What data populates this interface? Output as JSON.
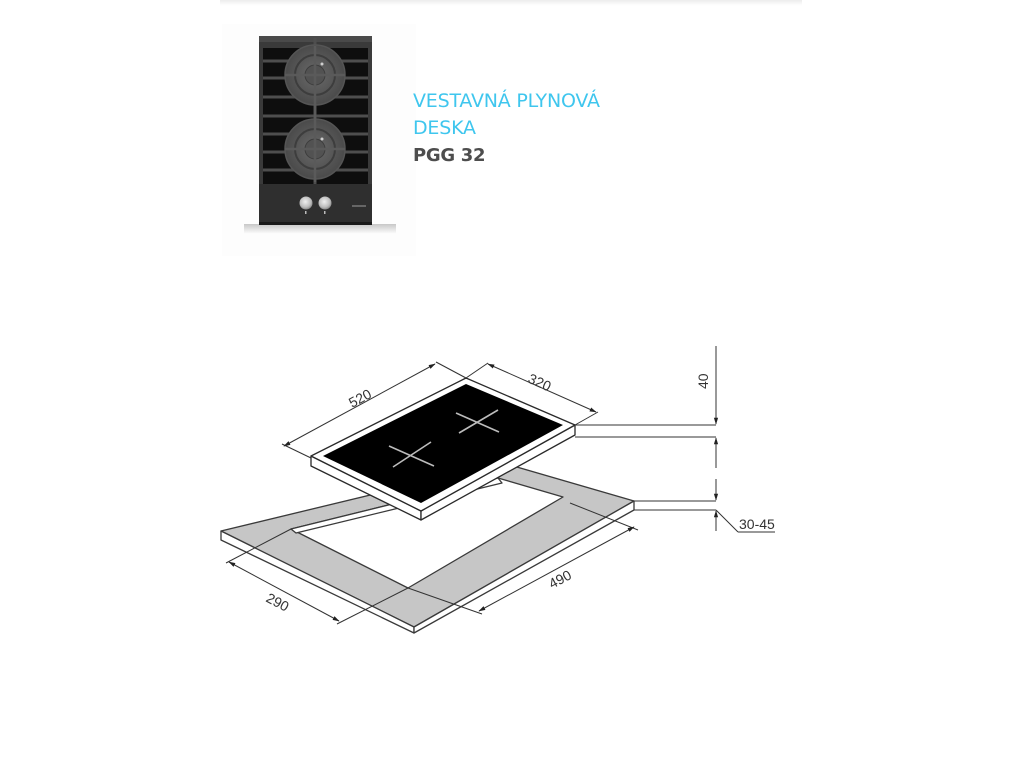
{
  "product": {
    "title_line1": "VESTAVNÁ PLYNOVÁ",
    "title_line2": "DESKA",
    "model": "PGG 32",
    "title_color": "#3fc6ee",
    "model_color": "#4d4d4d",
    "photo": {
      "description": "Built-in gas hob, black glass, two burners with cast-iron grates, two control knobs",
      "burners": 2,
      "knobs": 2
    }
  },
  "drawing": {
    "dimensions": {
      "hob_length": "520",
      "hob_width": "320",
      "hob_height": "40",
      "cutout_length": "490",
      "cutout_width": "290",
      "countertop_thickness": "30-45"
    },
    "colors": {
      "countertop": "#c6c6c6",
      "glass": "#000000",
      "line": "#333333"
    }
  }
}
